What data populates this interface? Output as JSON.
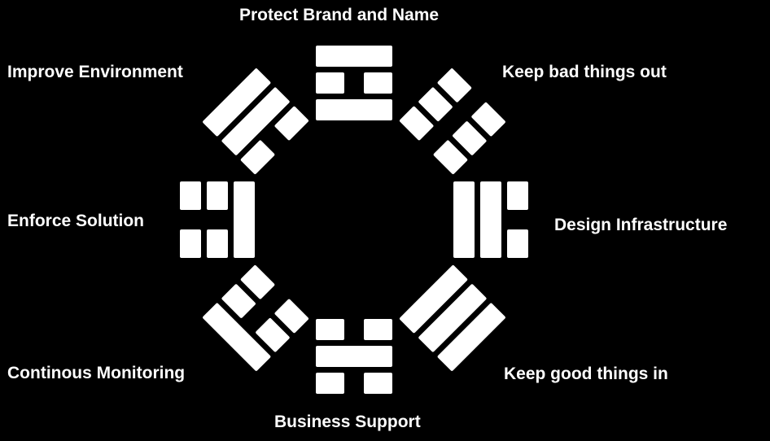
{
  "labels": {
    "top": "Protect Brand and Name",
    "top_right": "Keep bad things out",
    "right": "Design Infrastructure",
    "bottom_right": "Keep good things in",
    "bottom": "Business Support",
    "bottom_left": "Continous Monitoring",
    "left": "Enforce Solution",
    "top_left": "Improve Environment"
  },
  "trigrams": [
    {
      "name": "top",
      "angle": 0,
      "lines_outer_to_inner": [
        "solid",
        "broken",
        "solid"
      ]
    },
    {
      "name": "top-right",
      "angle": 45,
      "lines_outer_to_inner": [
        "broken",
        "broken",
        "broken"
      ]
    },
    {
      "name": "right",
      "angle": 90,
      "lines_outer_to_inner": [
        "broken",
        "solid",
        "solid"
      ]
    },
    {
      "name": "bottom-right",
      "angle": 135,
      "lines_outer_to_inner": [
        "solid",
        "solid",
        "solid"
      ]
    },
    {
      "name": "bottom",
      "angle": 180,
      "lines_outer_to_inner": [
        "broken",
        "solid",
        "broken"
      ]
    },
    {
      "name": "bottom-left",
      "angle": 225,
      "lines_outer_to_inner": [
        "solid",
        "broken",
        "broken"
      ]
    },
    {
      "name": "left",
      "angle": 270,
      "lines_outer_to_inner": [
        "broken",
        "broken",
        "solid"
      ]
    },
    {
      "name": "top-left",
      "angle": 315,
      "lines_outer_to_inner": [
        "solid",
        "solid",
        "broken"
      ]
    }
  ],
  "colors": {
    "background": "#000000",
    "foreground": "#ffffff"
  }
}
